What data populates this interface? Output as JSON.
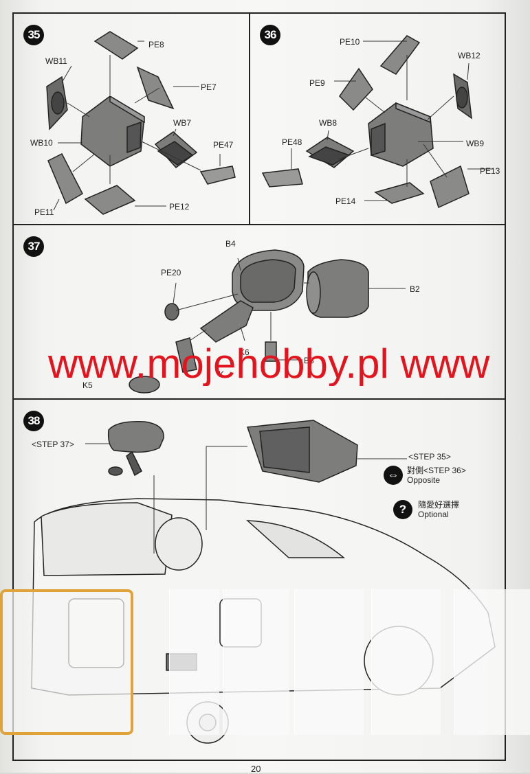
{
  "steps": {
    "s35": {
      "number": "35",
      "labels": {
        "pe8": "PE8",
        "wb11": "WB11",
        "pe7": "PE7",
        "wb7": "WB7",
        "wb10": "WB10",
        "pe47": "PE47",
        "pe11": "PE11",
        "pe12": "PE12"
      }
    },
    "s36": {
      "number": "36",
      "labels": {
        "pe10": "PE10",
        "wb12": "WB12",
        "pe9": "PE9",
        "wb8": "WB8",
        "pe48": "PE48",
        "wb9": "WB9",
        "pe13": "PE13",
        "pe14": "PE14"
      }
    },
    "s37": {
      "number": "37",
      "labels": {
        "b4": "B4",
        "pe20": "PE20",
        "b2": "B2",
        "k6": "K6",
        "b3": "B3",
        "k5": "K5",
        "k": "K"
      }
    },
    "s38": {
      "number": "38",
      "ref_step37": "<STEP 37>",
      "ref_step35": "<STEP 35>",
      "opposite_cn": "對側",
      "opposite_ref": "<STEP 36>",
      "opposite_en": "Opposite",
      "optional_cn": "隨愛好選擇",
      "optional_en": "Optional",
      "opposite_icon": "double-arrow-icon",
      "optional_icon": "question-icon"
    }
  },
  "watermark": "www.mojehobby.pl www",
  "page_number": "20",
  "colors": {
    "part_fill": "#7d7d7b",
    "watermark": "#e4141e",
    "thumb_selected_border": "#e0a33a"
  }
}
